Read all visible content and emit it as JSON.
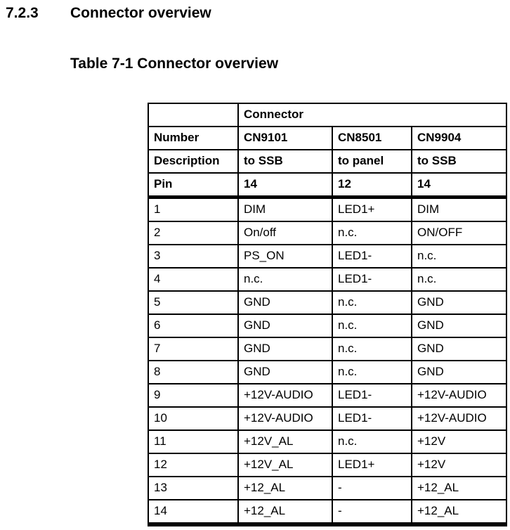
{
  "page": {
    "section_number": "7.2.3",
    "section_title": "Connector overview",
    "table_caption": "Table 7-1 Connector overview"
  },
  "table": {
    "group_header": "Connector",
    "header_rows": {
      "number": {
        "label": "Number",
        "values": [
          "CN9101",
          "CN8501",
          "CN9904"
        ]
      },
      "description": {
        "label": "Description",
        "values": [
          "to SSB",
          "to panel",
          "to SSB"
        ]
      },
      "pin": {
        "label": "Pin",
        "values": [
          "14",
          "12",
          "14"
        ]
      }
    },
    "rows": [
      {
        "pin": "1",
        "values": [
          "DIM",
          "LED1+",
          "DIM"
        ]
      },
      {
        "pin": "2",
        "values": [
          "On/off",
          "n.c.",
          "ON/OFF"
        ]
      },
      {
        "pin": "3",
        "values": [
          "PS_ON",
          "LED1-",
          "n.c."
        ]
      },
      {
        "pin": "4",
        "values": [
          "n.c.",
          "LED1-",
          "n.c."
        ]
      },
      {
        "pin": "5",
        "values": [
          "GND",
          "n.c.",
          "GND"
        ]
      },
      {
        "pin": "6",
        "values": [
          "GND",
          "n.c.",
          "GND"
        ]
      },
      {
        "pin": "7",
        "values": [
          "GND",
          "n.c.",
          "GND"
        ]
      },
      {
        "pin": "8",
        "values": [
          "GND",
          "n.c.",
          "GND"
        ]
      },
      {
        "pin": "9",
        "values": [
          "+12V-AUDIO",
          "LED1-",
          "+12V-AUDIO"
        ]
      },
      {
        "pin": "10",
        "values": [
          "+12V-AUDIO",
          "LED1-",
          "+12V-AUDIO"
        ]
      },
      {
        "pin": "11",
        "values": [
          "+12V_AL",
          "n.c.",
          "+12V"
        ]
      },
      {
        "pin": "12",
        "values": [
          "+12V_AL",
          "LED1+",
          "+12V"
        ]
      },
      {
        "pin": "13",
        "values": [
          "+12_AL",
          "-",
          "+12_AL"
        ]
      },
      {
        "pin": "14",
        "values": [
          "+12_AL",
          "-",
          "+12_AL"
        ]
      }
    ]
  }
}
